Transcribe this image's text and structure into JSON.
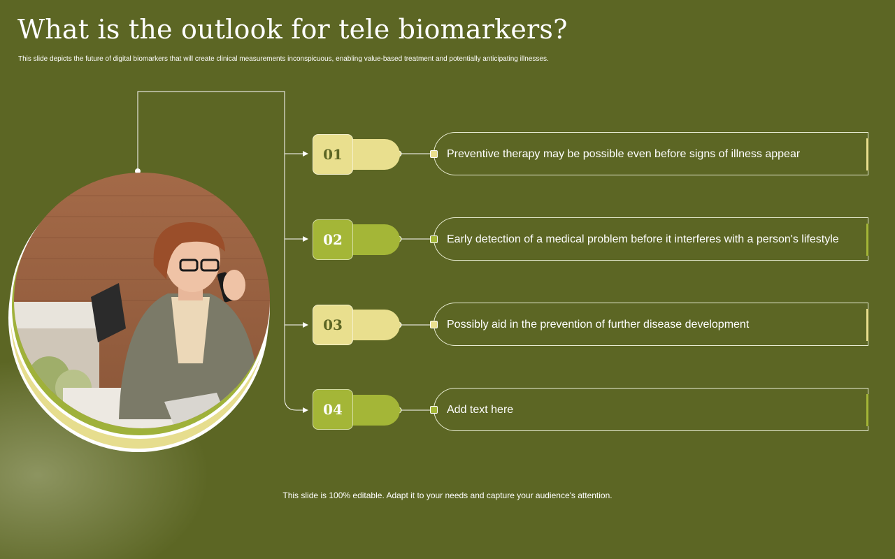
{
  "slide": {
    "title": "What is the outlook for tele biomarkers?",
    "subtitle": "This slide depicts the future of digital biomarkers that will create clinical measurements inconspicuous, enabling value-based treatment and potentially anticipating illnesses.",
    "footer": "This slide is 100% editable. Adapt it to your needs and capture your audience's attention."
  },
  "colors": {
    "background": "#5c6624",
    "accent_yellow": "#e9df8e",
    "accent_green": "#a4b637",
    "line": "#e8ecd2"
  },
  "items": [
    {
      "number": "01",
      "text": "Preventive therapy may be possible even before signs of illness appear",
      "accent": "yellow"
    },
    {
      "number": "02",
      "text": "Early detection of a medical problem before it interferes with a person's lifestyle",
      "accent": "green"
    },
    {
      "number": "03",
      "text": "Possibly aid in the prevention of further disease development",
      "accent": "yellow"
    },
    {
      "number": "04",
      "text": "Add text here",
      "accent": "green"
    }
  ],
  "image": {
    "icon": "woman-on-phone-photo"
  }
}
